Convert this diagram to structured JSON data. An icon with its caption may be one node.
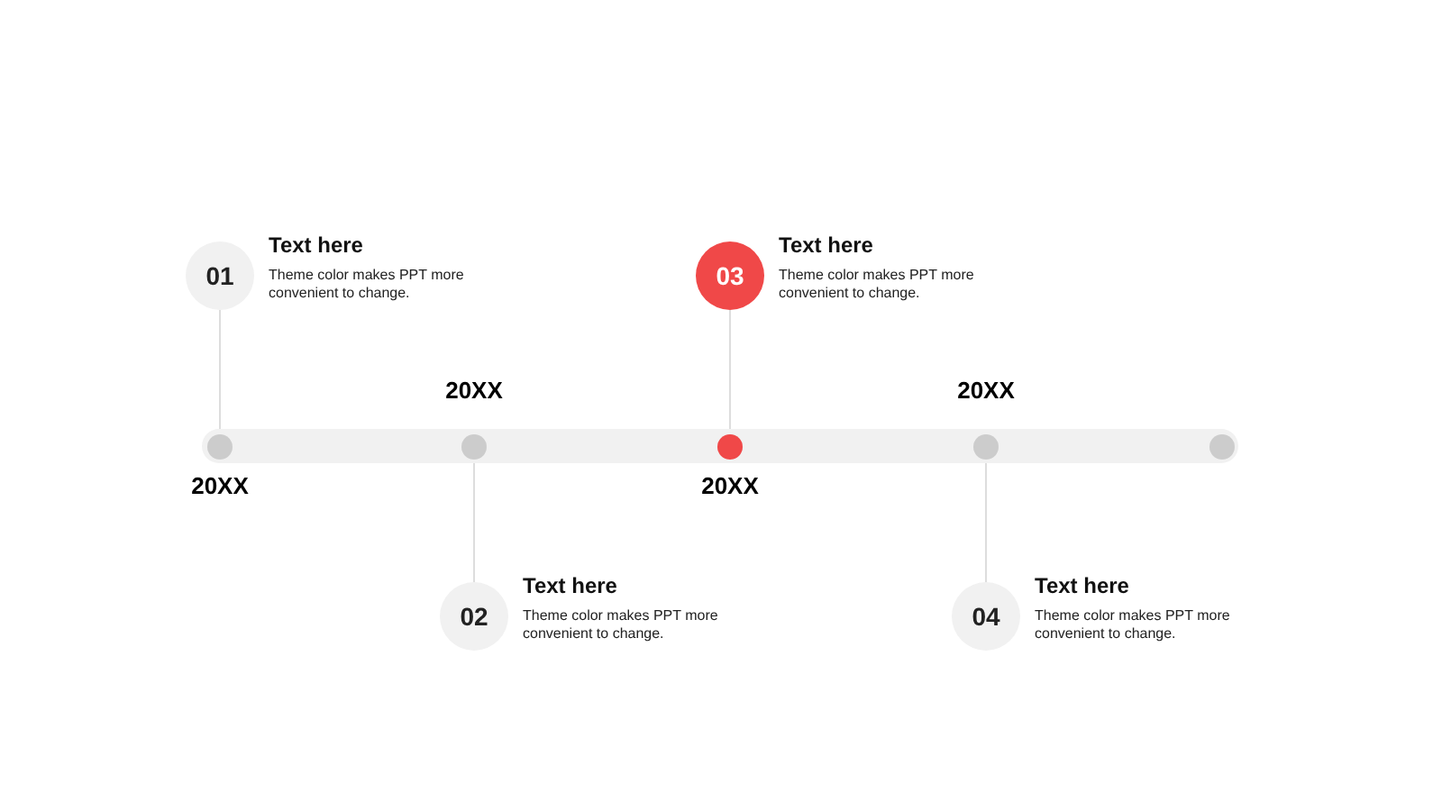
{
  "diagram": {
    "nodes": [
      {
        "text": [
          "01"
        ],
        "beside": [
          "Text here",
          "Theme color makes PPT more convenient to change."
        ]
      },
      {
        "text": [
          "03"
        ],
        "beside": [
          "Text here",
          "Theme color makes PPT more convenient to change."
        ]
      },
      {
        "text": [],
        "shape": "bar"
      },
      {
        "text": [],
        "shape": "circle",
        "in": 2,
        "beside": [
          "20XX"
        ]
      },
      {
        "text": [],
        "shape": "circle",
        "in": 2,
        "beside": [
          "20XX"
        ]
      },
      {
        "text": [],
        "shape": "circle",
        "in": 2,
        "beside": [
          "20XX"
        ]
      },
      {
        "text": [],
        "shape": "circle",
        "in": 2,
        "beside": [
          "20XX"
        ]
      },
      {
        "text": [],
        "shape": "circle",
        "in": 2
      },
      {
        "text": [
          "02"
        ],
        "beside": [
          "Text here",
          "Theme color makes PPT more convenient to change."
        ]
      },
      {
        "text": [
          "04"
        ],
        "beside": [
          "Text here",
          "Theme color makes PPT more convenient to change."
        ]
      }
    ],
    "edges": [
      {
        "from": 0,
        "to": 3,
        "arrow": "none"
      },
      {
        "from": 1,
        "to": 5,
        "arrow": "none"
      },
      {
        "from": 8,
        "to": 4,
        "arrow": "none"
      },
      {
        "from": 9,
        "to": 6,
        "arrow": "none"
      }
    ]
  }
}
